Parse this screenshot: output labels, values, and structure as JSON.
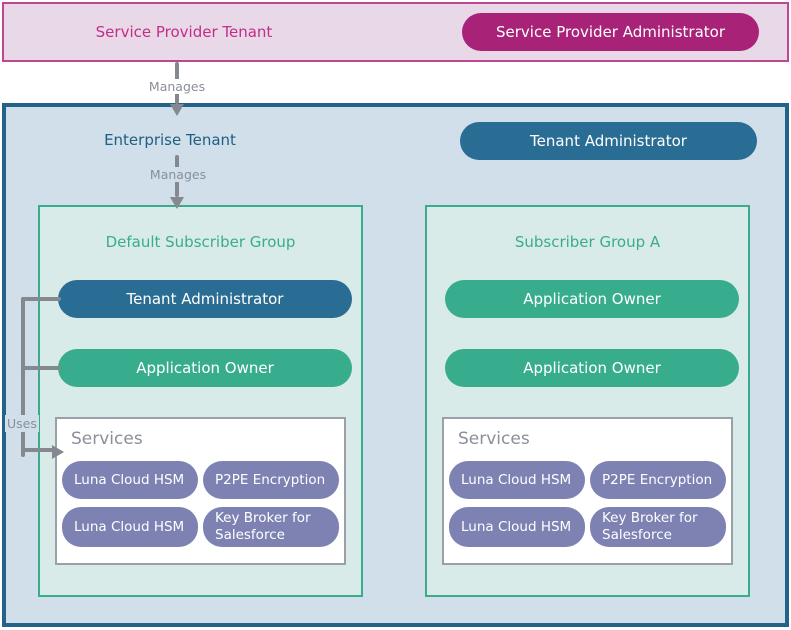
{
  "colors": {
    "magenta_pill": "#a82378",
    "magenta_border": "#bc4796",
    "pink_bg": "#e8d8e8",
    "teal_pill": "#2a6d94",
    "teal_border": "#23638a",
    "blue_bg": "#d0dfea",
    "green_pill": "#38ad8e",
    "green_border": "#3aac8c",
    "green_bg": "#d8ebe8",
    "purple_pill": "#7d82b3",
    "gray_connector": "#84888f",
    "gray_text": "#8a8f99"
  },
  "service_provider": {
    "title": "Service Provider Tenant",
    "role_pill": "Service Provider Administrator"
  },
  "enterprise": {
    "title": "Enterprise Tenant",
    "role_pill": "Tenant Administrator"
  },
  "connectors": {
    "manages_top": "Manages",
    "manages_inner": "Manages",
    "uses": "Uses"
  },
  "groups": [
    {
      "title": "Default Subscriber Group",
      "roles": [
        {
          "label": "Tenant Administrator",
          "type": "admin"
        },
        {
          "label": "Application Owner",
          "type": "owner"
        }
      ],
      "services": {
        "title": "Services",
        "items": [
          "Luna Cloud HSM",
          "P2PE Encryption",
          "Luna Cloud HSM",
          "Key Broker for Salesforce"
        ]
      }
    },
    {
      "title": "Subscriber Group A",
      "roles": [
        {
          "label": "Application Owner",
          "type": "owner"
        },
        {
          "label": "Application Owner",
          "type": "owner"
        }
      ],
      "services": {
        "title": "Services",
        "items": [
          "Luna Cloud HSM",
          "P2PE Encryption",
          "Luna Cloud HSM",
          "Key Broker for Salesforce"
        ]
      }
    }
  ]
}
